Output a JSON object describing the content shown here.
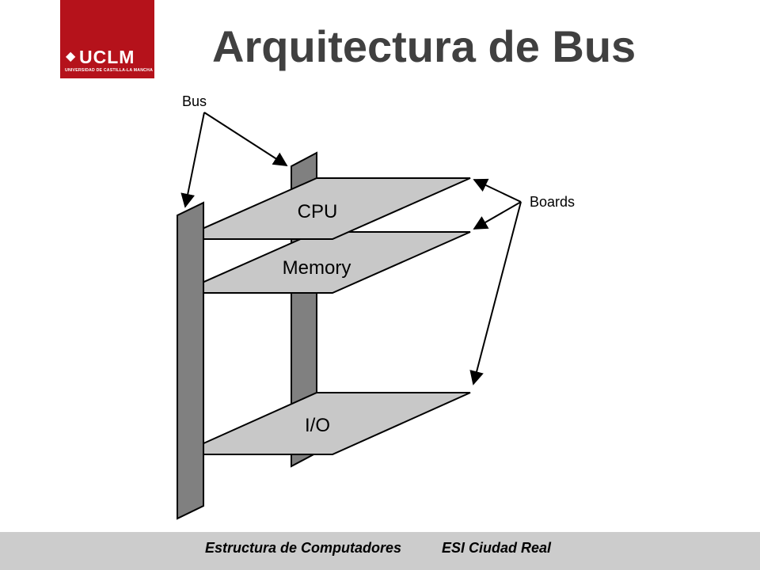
{
  "header": {
    "logo_text": "UCLM",
    "logo_subtitle": "UNIVERSIDAD DE CASTILLA-LA MANCHA",
    "title": "Arquitectura de Bus"
  },
  "diagram": {
    "bus_label": "Bus",
    "boards_label": "Boards",
    "boards": [
      "CPU",
      "Memory",
      "I/O"
    ]
  },
  "footer": {
    "left": "Estructura de Computadores",
    "right": "ESI Ciudad Real"
  },
  "colors": {
    "brand_red": "#b5121b",
    "bus_fill": "#808080",
    "board_fill": "#c8c8c8",
    "footer_bg": "#cccccc"
  }
}
